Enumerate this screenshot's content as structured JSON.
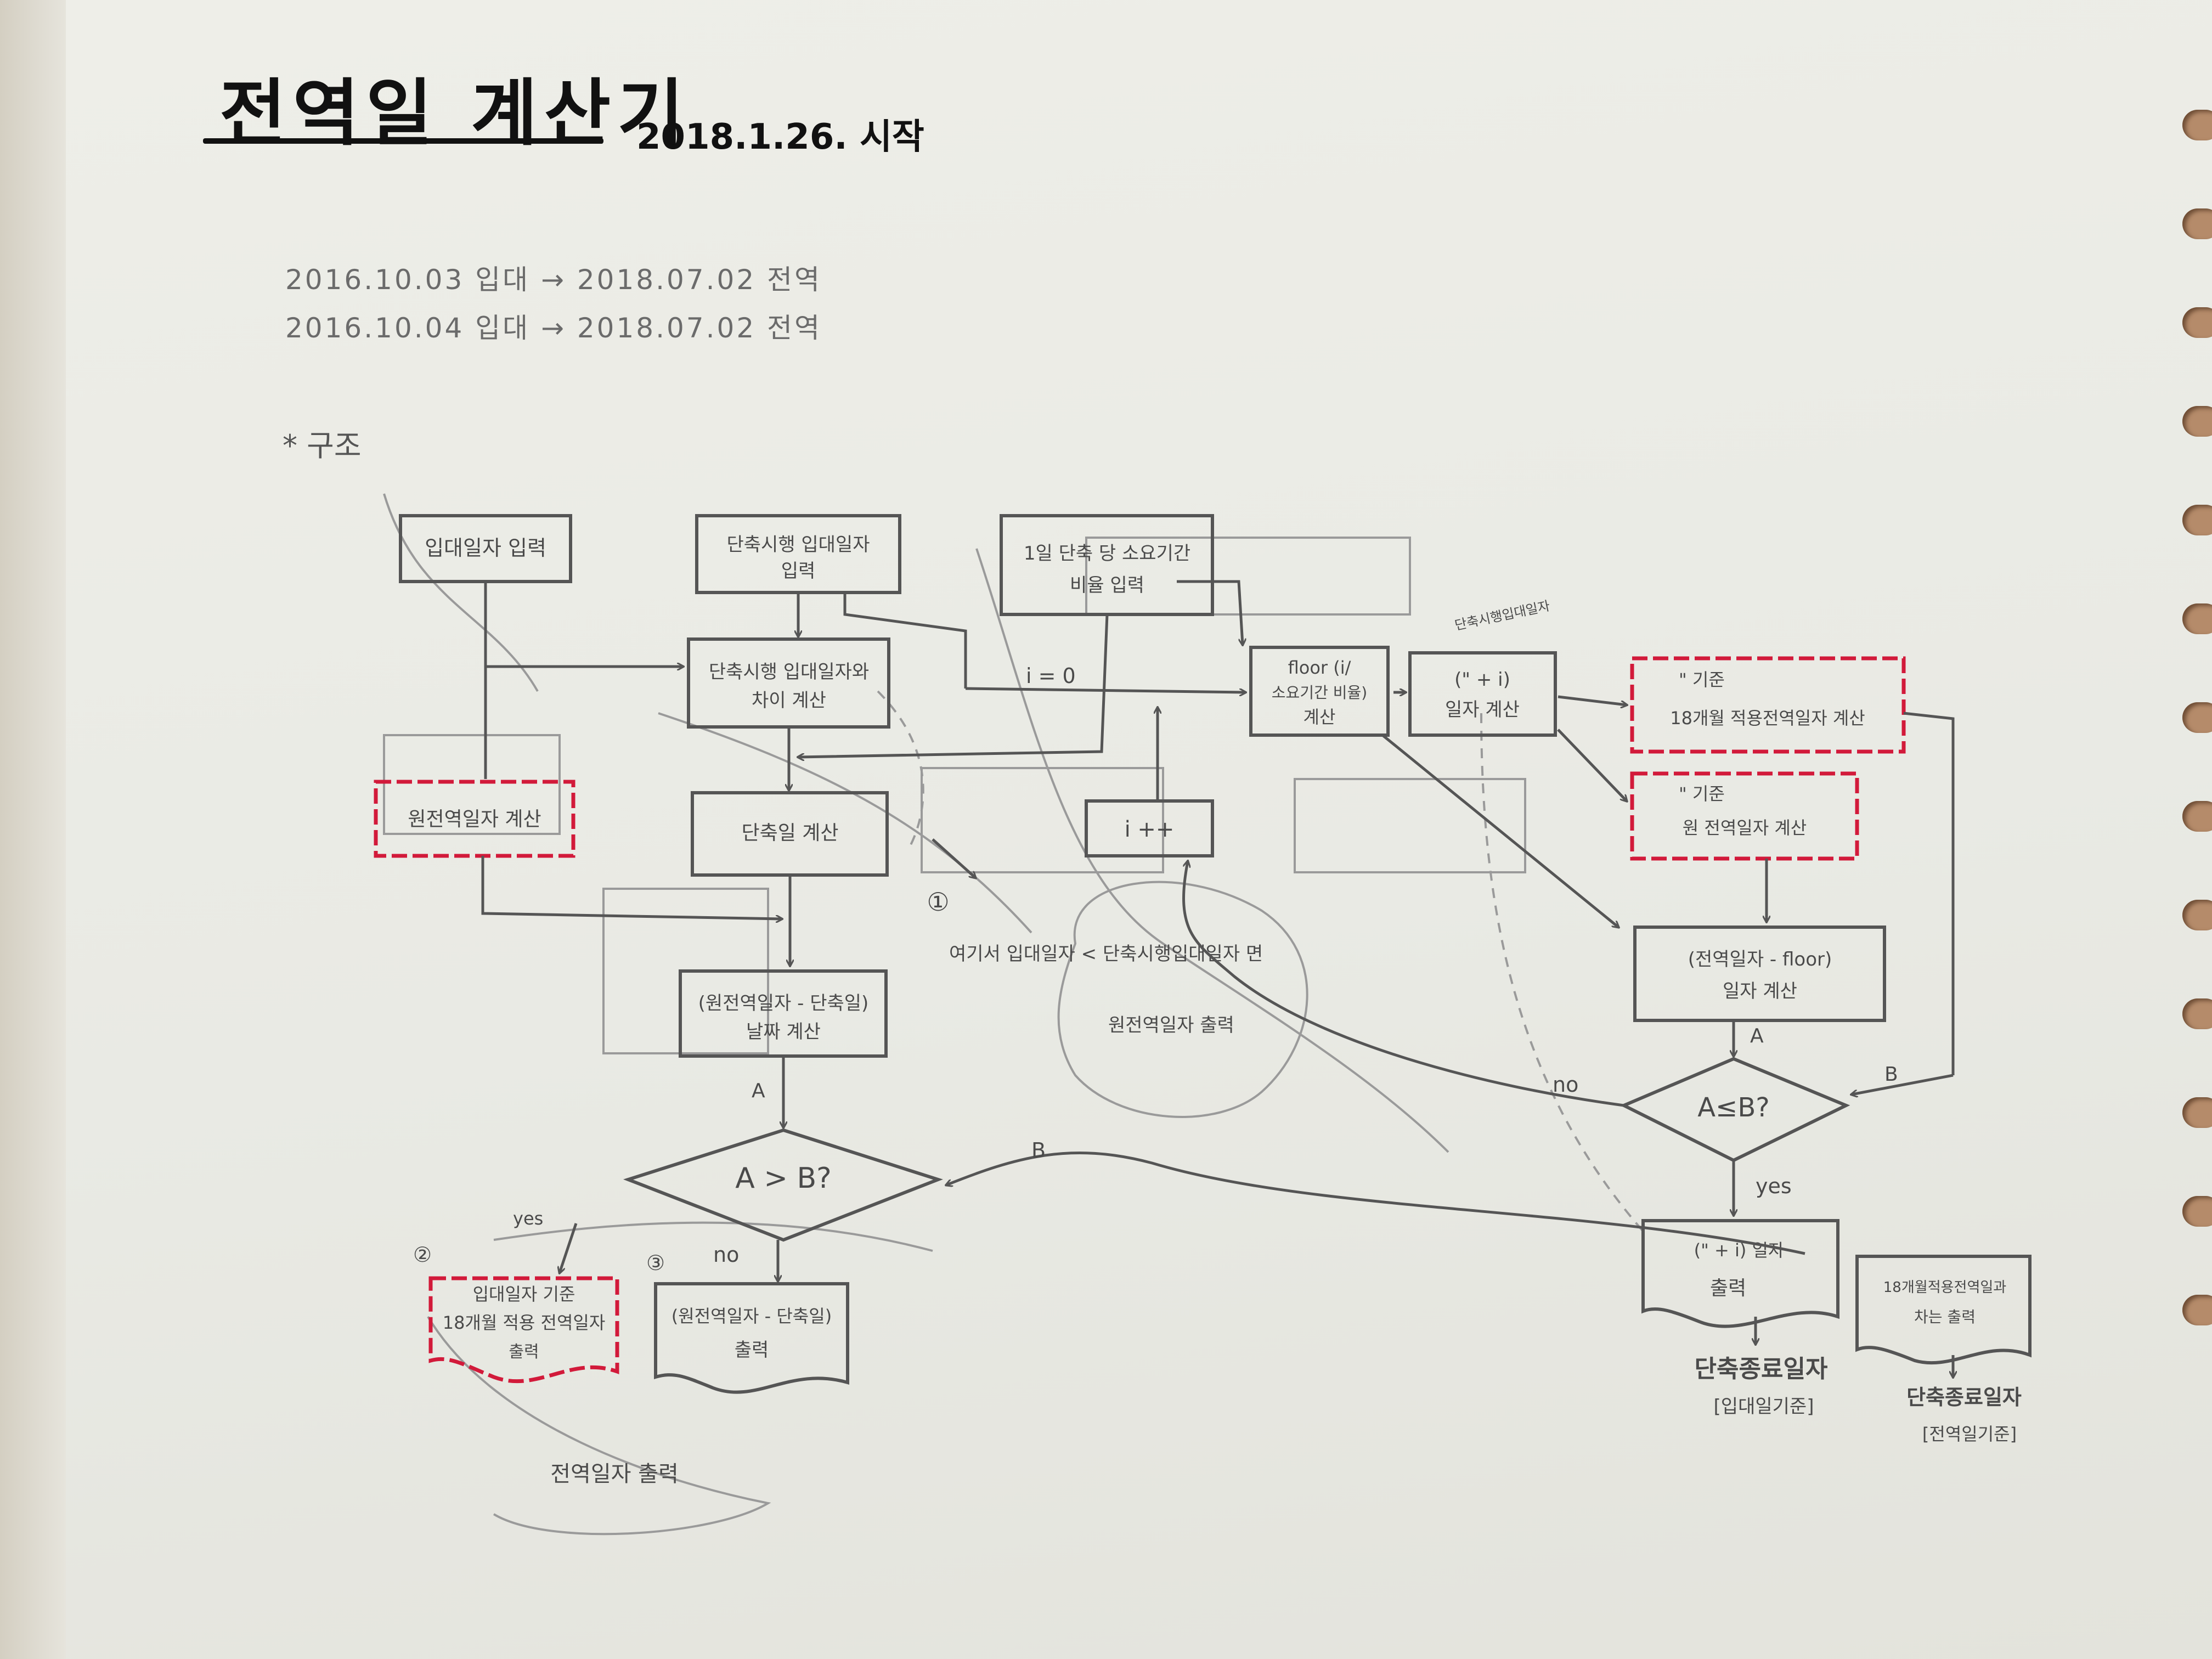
{
  "header": {
    "title": "전역일 계산기",
    "start_date": "2018.1.26. 시작"
  },
  "notes": {
    "line1": "2016.10.03 입대 → 2018.07.02 전역",
    "line2": "2016.10.04 입대 → 2018.07.02 전역",
    "structure_label": "* 구조"
  },
  "nodes": {
    "input_enlist": "입대일자 입력",
    "input_policy_1": "단축시행 입대일자",
    "input_policy_2": "입력",
    "input_ratio_1": "1일 단축 당 소요기간",
    "input_ratio_2": "비율 입력",
    "diff_1": "단축시행 입대일자와",
    "diff_2": "차이 계산",
    "orig_discharge": "원전역일자 계산",
    "shorten_days": "단축일 계산",
    "sub_1": "(원전역일자 - 단축일)",
    "sub_2": "날짜 계산",
    "ab_gt": "A > B?",
    "out18_1": "입대일자 기준",
    "out18_2": "18개월 적용 전역일자",
    "out18_3": "출력",
    "outsub_1": "(원전역일자 - 단축일)",
    "outsub_2": "출력",
    "out_discharge_note": "전역일자 출력",
    "iplus": "i ++",
    "floor_1": "floor (i/",
    "floor_2": "소요기간 비율)",
    "floor_3": "계산",
    "dateplus_1": "(\" + i)",
    "dateplus_2": "일자 계산",
    "small_note": "단축시행입대일자",
    "ref18_1": "\" 기준",
    "ref18_2": "18개월 적용전역일자 계산",
    "reforig_1": "\" 기준",
    "reforig_2": "원 전역일자 계산",
    "floordiff_1": "(전역일자 - floor)",
    "floordiff_2": "일자 계산",
    "ab_le": "A≤B?",
    "out_end_1": "(\" + i) 일자",
    "out_end_2": "출력",
    "end_date_1": "단축종료일자",
    "end_date_2": "[입대일기준]",
    "out_18b_1": "18개월적용전역일과",
    "out_18b_2": "차는 출력",
    "end_date_b_1": "단축종료일자",
    "end_date_b_2": "[전역일기준]",
    "note_circle": "①",
    "note_1": "여기서 입대일자 < 단축시행입대일자 면",
    "note_2": "원전역일자 출력",
    "circle_2": "②",
    "circle_3": "③"
  },
  "edge_labels": {
    "i0": "i = 0",
    "a1": "A",
    "b1": "B",
    "yes1": "yes",
    "no1": "no",
    "a2": "A",
    "b2": "B",
    "no2": "no",
    "yes2": "yes"
  },
  "colors": {
    "highlight": "#d21a3a",
    "pencil": "#555555"
  }
}
